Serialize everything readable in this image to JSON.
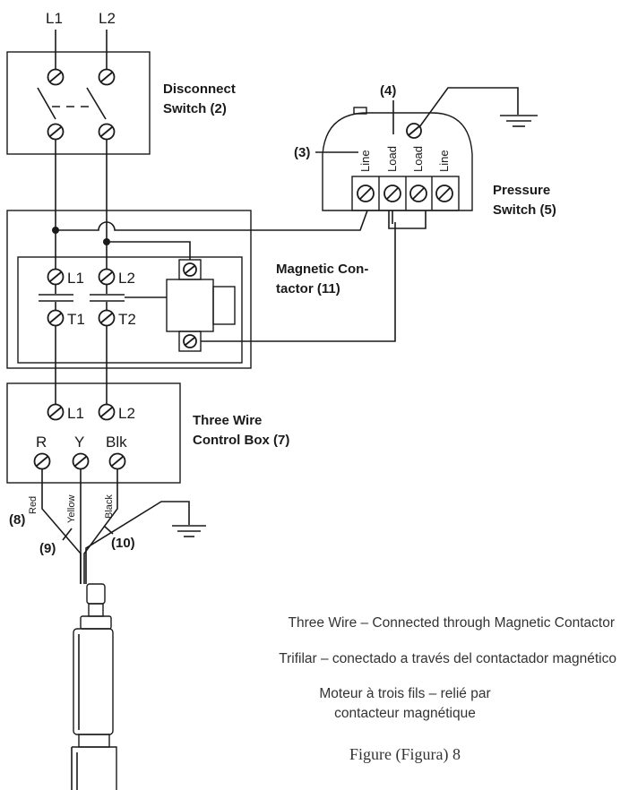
{
  "supply": {
    "l1": "L1",
    "l2": "L2"
  },
  "disconnect": {
    "line1": "Disconnect",
    "line2": "Switch (2)"
  },
  "pressure_switch": {
    "callout_4": "(4)",
    "callout_3": "(3)",
    "terminals": [
      "Line",
      "Load",
      "Load",
      "Line"
    ],
    "line1": "Pressure",
    "line2": "Switch (5)"
  },
  "contactor": {
    "line1": "Magnetic Con-",
    "line2": "tactor (11)",
    "top_left": "L1",
    "top_right": "L2",
    "bot_left": "T1",
    "bot_right": "T2"
  },
  "control_box": {
    "in_left": "L1",
    "in_right": "L2",
    "out_r": "R",
    "out_y": "Y",
    "out_blk": "Blk",
    "line1": "Three Wire",
    "line2": "Control Box (7)"
  },
  "wires": {
    "red": "Red",
    "yellow": "Yellow",
    "black": "Black",
    "callout_8": "(8)",
    "callout_9": "(9)",
    "callout_10": "(10)"
  },
  "caption": {
    "english": "Three Wire – Connected through Magnetic Contactor",
    "spanish": "Trifilar – conectado a través del contactador magnético",
    "french_line1": "Moteur à trois fils – relié par",
    "french_line2": "contacteur magnétique",
    "figure": "Figure (Figura) 8"
  }
}
